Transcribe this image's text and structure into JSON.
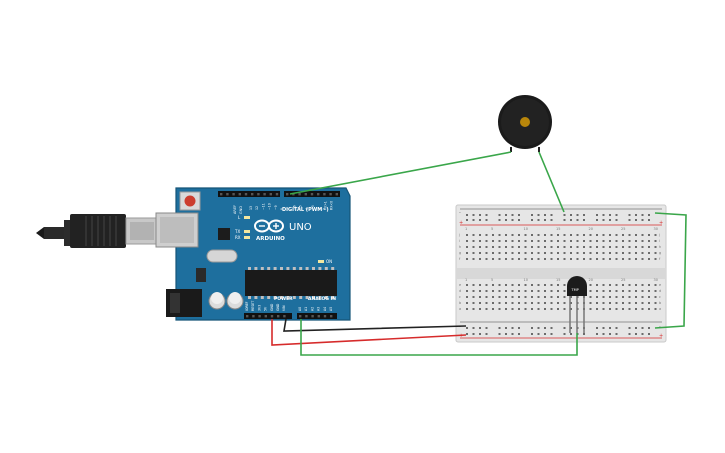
{
  "board": {
    "logo_text": "ARDUINO",
    "model_text": "UNO",
    "digital_header_label": "DIGITAL (PWM~)",
    "power_header_label": "POWER",
    "analog_header_label": "ANALOG IN",
    "aref_label": "AREF",
    "gnd_label": "GND",
    "tx_label": "TX",
    "rx_label": "RX",
    "l_label": "L",
    "on_label": "ON",
    "power_pin_labels": [
      "IOREF",
      "RESET",
      "3V3",
      "5V",
      "GND",
      "GND",
      "VIN"
    ],
    "analog_pin_labels": [
      "A0",
      "A1",
      "A2",
      "A3",
      "A4",
      "A5"
    ],
    "digital_pin_labels": [
      "13",
      "12",
      "~11",
      "~10",
      "~9",
      "8",
      "7",
      "~6",
      "~5",
      "4",
      "~3",
      "2",
      "TX>1",
      "RX<0"
    ]
  },
  "sensor": {
    "label": "TMP"
  },
  "breadboard": {
    "column_numbers": [
      "1",
      "5",
      "10",
      "15",
      "20",
      "25",
      "30"
    ],
    "row_letters": [
      "a",
      "b",
      "c",
      "d",
      "e",
      "f",
      "g",
      "h",
      "i",
      "j"
    ]
  },
  "colors": {
    "board": "#1e6f9e",
    "wire_green": "#3aa64a",
    "wire_red": "#d62b2b",
    "wire_black": "#222222",
    "breadboard": "#e6e6e6",
    "buzzer": "#1b1b1b"
  },
  "icons": [
    "usb-cable-icon",
    "buzzer-icon",
    "temperature-sensor-icon"
  ]
}
